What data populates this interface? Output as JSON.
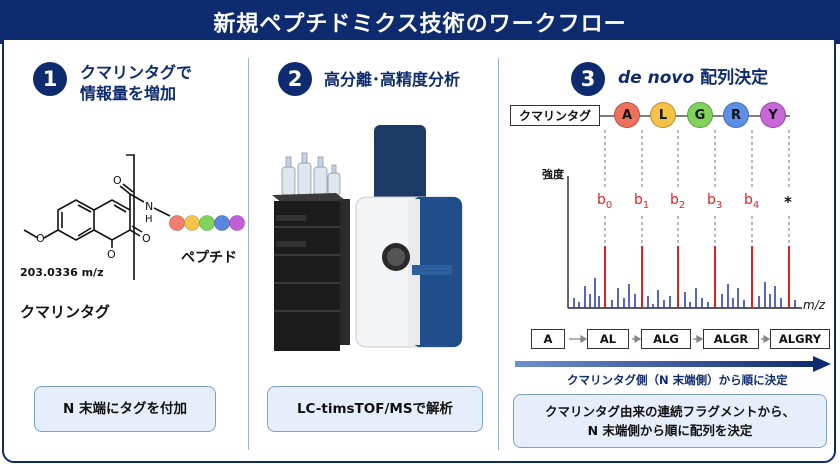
{
  "title": "新規ペプチドミクス技術のワークフロー",
  "section1": {
    "number": "1",
    "title_line1": "クマリンタグで",
    "title_line2": "情報量を増加",
    "mass_label": "203.0336 m/z",
    "tag_label": "クマリンタグ",
    "peptide_label": "ペプチド",
    "bead_colors": [
      "#f27e6f",
      "#f5c24a",
      "#7fd35a",
      "#5b86e0",
      "#c45ed8"
    ],
    "box_text": "N 末端にタグを付加"
  },
  "section2": {
    "number": "2",
    "title": "高分離･高精度分析",
    "box_text": "LC-timsTOF/MSで解析"
  },
  "section3": {
    "number": "3",
    "title_italic": "de novo",
    "title_rest": " 配列決定",
    "tag_box": "クマリンタグ",
    "amino_acids": [
      "A",
      "L",
      "G",
      "R",
      "Y"
    ],
    "aa_colors": [
      "#f0705e",
      "#f3c247",
      "#7fd35a",
      "#5c8fe6",
      "#c966d8"
    ],
    "intensity_label": "強度",
    "xaxis_label": "m/z",
    "b_ions": [
      {
        "base": "b",
        "sub": "0"
      },
      {
        "base": "b",
        "sub": "1"
      },
      {
        "base": "b",
        "sub": "2"
      },
      {
        "base": "b",
        "sub": "3"
      },
      {
        "base": "b",
        "sub": "4"
      }
    ],
    "star": "*",
    "sequence_steps": [
      "A",
      "AL",
      "ALG",
      "ALGR",
      "ALGRY"
    ],
    "arrow_text": "クマリンタグ側（N 末端側）から順に決定",
    "box_line1": "クマリンタグ由来の連続フラグメントから、",
    "box_line2": "N 末端側から順に配列を決定"
  }
}
